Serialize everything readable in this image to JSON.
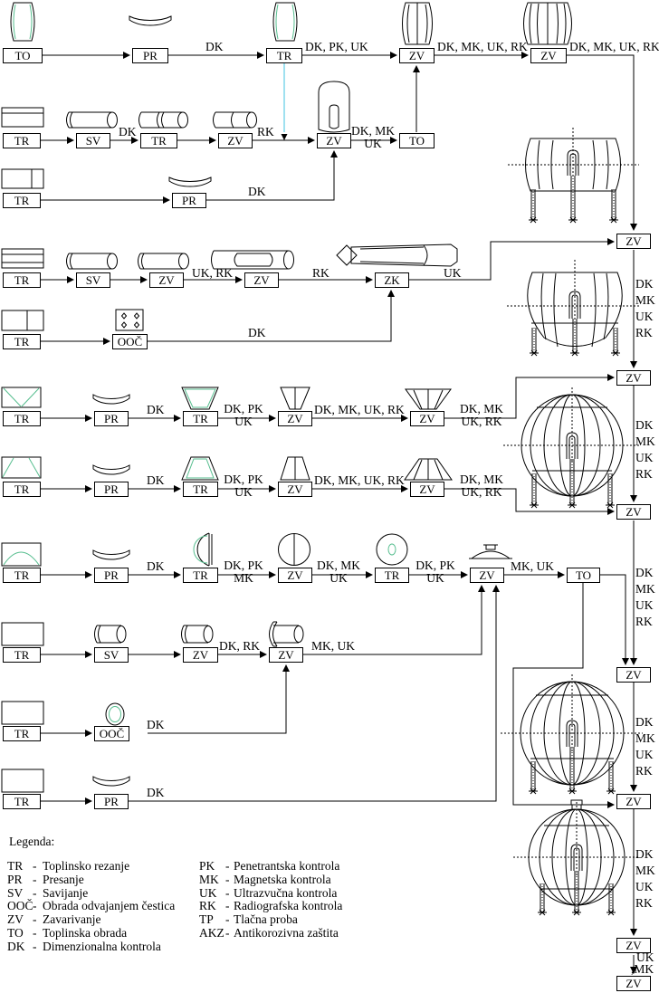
{
  "diagram": {
    "type": "manufacturing-process-flow",
    "colors": {
      "line": "#000000",
      "part_green": "#57be8f",
      "link_cyan": "#3fc3e0",
      "background": "#ffffff"
    },
    "nodes": [
      {
        "label": "TO"
      },
      {
        "label": "PR"
      },
      {
        "label": "TR"
      },
      {
        "label": "ZV"
      },
      {
        "label": "ZV"
      },
      {
        "label": "TR"
      },
      {
        "label": "SV"
      },
      {
        "label": "TR"
      },
      {
        "label": "ZV"
      },
      {
        "label": "ZV"
      },
      {
        "label": "TO"
      },
      {
        "label": "TR"
      },
      {
        "label": "PR"
      },
      {
        "label": "TR"
      },
      {
        "label": "SV"
      },
      {
        "label": "ZV"
      },
      {
        "label": "ZV"
      },
      {
        "label": "ZK"
      },
      {
        "label": "TR"
      },
      {
        "label": "OOČ"
      },
      {
        "label": "TR"
      },
      {
        "label": "PR"
      },
      {
        "label": "TR"
      },
      {
        "label": "ZV"
      },
      {
        "label": "ZV"
      },
      {
        "label": "TR"
      },
      {
        "label": "PR"
      },
      {
        "label": "TR"
      },
      {
        "label": "ZV"
      },
      {
        "label": "ZV"
      },
      {
        "label": "TR"
      },
      {
        "label": "PR"
      },
      {
        "label": "TR"
      },
      {
        "label": "ZV"
      },
      {
        "label": "TR"
      },
      {
        "label": "ZV"
      },
      {
        "label": "TO"
      },
      {
        "label": "TR"
      },
      {
        "label": "SV"
      },
      {
        "label": "ZV"
      },
      {
        "label": "ZV"
      },
      {
        "label": "TR"
      },
      {
        "label": "OOČ"
      },
      {
        "label": "TR"
      },
      {
        "label": "PR"
      },
      {
        "label": "ZV"
      },
      {
        "label": "ZV"
      },
      {
        "label": "ZV"
      },
      {
        "label": "ZV"
      },
      {
        "label": "ZV"
      },
      {
        "label": "ZV"
      },
      {
        "label": "ZV"
      }
    ],
    "edge_labels": [
      {
        "lines": [
          "DK"
        ]
      },
      {
        "lines": [
          "DK, PK, UK"
        ]
      },
      {
        "lines": [
          "DK, MK, UK, RK"
        ]
      },
      {
        "lines": [
          "DK, MK, UK, RK"
        ]
      },
      {
        "lines": [
          "DK"
        ]
      },
      {
        "lines": [
          "RK"
        ]
      },
      {
        "lines": [
          "DK, MK",
          "UK"
        ]
      },
      {
        "lines": [
          "DK"
        ]
      },
      {
        "lines": [
          "UK, RK"
        ]
      },
      {
        "lines": [
          "RK"
        ]
      },
      {
        "lines": [
          "UK"
        ]
      },
      {
        "lines": [
          "DK"
        ]
      },
      {
        "lines": [
          "DK"
        ]
      },
      {
        "lines": [
          "DK, PK",
          "UK"
        ]
      },
      {
        "lines": [
          "DK, MK, UK, RK"
        ]
      },
      {
        "lines": [
          "DK, MK",
          "UK, RK"
        ]
      },
      {
        "lines": [
          "DK"
        ]
      },
      {
        "lines": [
          "DK, PK",
          "UK"
        ]
      },
      {
        "lines": [
          "DK, MK, UK, RK"
        ]
      },
      {
        "lines": [
          "DK, MK",
          "UK, RK"
        ]
      },
      {
        "lines": [
          "DK"
        ]
      },
      {
        "lines": [
          "DK, PK",
          "MK"
        ]
      },
      {
        "lines": [
          "DK, MK",
          "UK"
        ]
      },
      {
        "lines": [
          "DK, PK",
          "UK"
        ]
      },
      {
        "lines": [
          "MK, UK"
        ]
      },
      {
        "lines": [
          "DK, RK"
        ]
      },
      {
        "lines": [
          "MK, UK"
        ]
      },
      {
        "lines": [
          "DK"
        ]
      },
      {
        "lines": [
          "DK"
        ]
      }
    ],
    "inspection_stacks": [
      {
        "lines": [
          "DK",
          "MK",
          "UK",
          "RK"
        ]
      },
      {
        "lines": [
          "DK",
          "MK",
          "UK",
          "RK"
        ]
      },
      {
        "lines": [
          "DK",
          "MK",
          "UK",
          "RK"
        ]
      },
      {
        "lines": [
          "DK",
          "MK",
          "UK",
          "RK"
        ]
      },
      {
        "lines": [
          "DK",
          "MK",
          "UK",
          "RK"
        ]
      },
      {
        "lines": [
          "UK",
          ",MK"
        ]
      }
    ],
    "legend": {
      "title": "Legenda:",
      "separator": "-",
      "entries_left": [
        {
          "code": "TR",
          "desc": "Toplinsko rezanje"
        },
        {
          "code": "PR",
          "desc": "Presanje"
        },
        {
          "code": "SV",
          "desc": "Savijanje"
        },
        {
          "code": "OOČ",
          "desc": "Obrada odvajanjem čestica"
        },
        {
          "code": "ZV",
          "desc": "Zavarivanje"
        },
        {
          "code": "TO",
          "desc": "Toplinska obrada"
        },
        {
          "code": "DK",
          "desc": "Dimenzionalna kontrola"
        }
      ],
      "entries_right": [
        {
          "code": "PK",
          "desc": "Penetrantska kontrola"
        },
        {
          "code": "MK",
          "desc": "Magnetska kontrola"
        },
        {
          "code": "UK",
          "desc": "Ultrazvučna kontrola"
        },
        {
          "code": "RK",
          "desc": "Radiografska kontrola"
        },
        {
          "code": "TP",
          "desc": "Tlačna proba"
        },
        {
          "code": "AKZ",
          "desc": "Antikorozivna zaštita"
        }
      ]
    }
  }
}
